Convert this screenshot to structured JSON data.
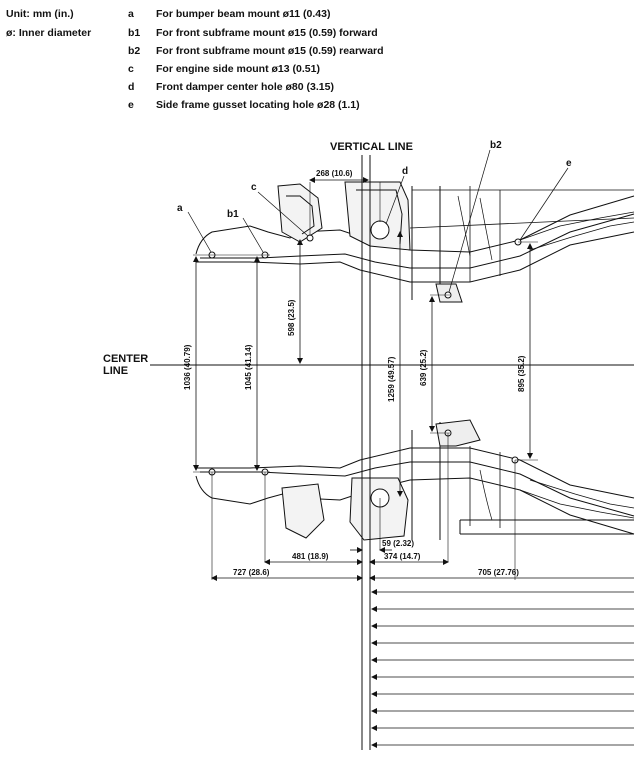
{
  "units": {
    "unit_label": "Unit: mm (in.)",
    "diameter_label": "ø: Inner diameter"
  },
  "legend": [
    {
      "key": "a",
      "desc": "For bumper beam mount ø11 (0.43)"
    },
    {
      "key": "b1",
      "desc": "For front subframe mount ø15 (0.59) forward"
    },
    {
      "key": "b2",
      "desc": "For front subframe mount ø15 (0.59) rearward"
    },
    {
      "key": "c",
      "desc": "For engine side mount ø13 (0.51)"
    },
    {
      "key": "d",
      "desc": "Front damper center hole ø80 (3.15)"
    },
    {
      "key": "e",
      "desc": "Side frame gusset locating hole ø28 (1.1)"
    }
  ],
  "diagram": {
    "vertical_line": "VERTICAL LINE",
    "center_line_1": "CENTER",
    "center_line_2": "LINE",
    "point_labels": {
      "a": "a",
      "b1": "b1",
      "b2": "b2",
      "c": "c",
      "d": "d",
      "e": "e"
    },
    "dimensions": {
      "d268": "268 (10.6)",
      "d598": "598 (23.5)",
      "d1036": "1036 (40.79)",
      "d1045": "1045 (41.14)",
      "d1259": "1259 (49.57)",
      "d639": "639 (25.2)",
      "d895": "895 (35.2)",
      "d59": "59 (2.32)",
      "d481": "481 (18.9)",
      "d374": "374 (14.7)",
      "d727": "727 (28.6)",
      "d705": "705 (27.76)"
    }
  }
}
